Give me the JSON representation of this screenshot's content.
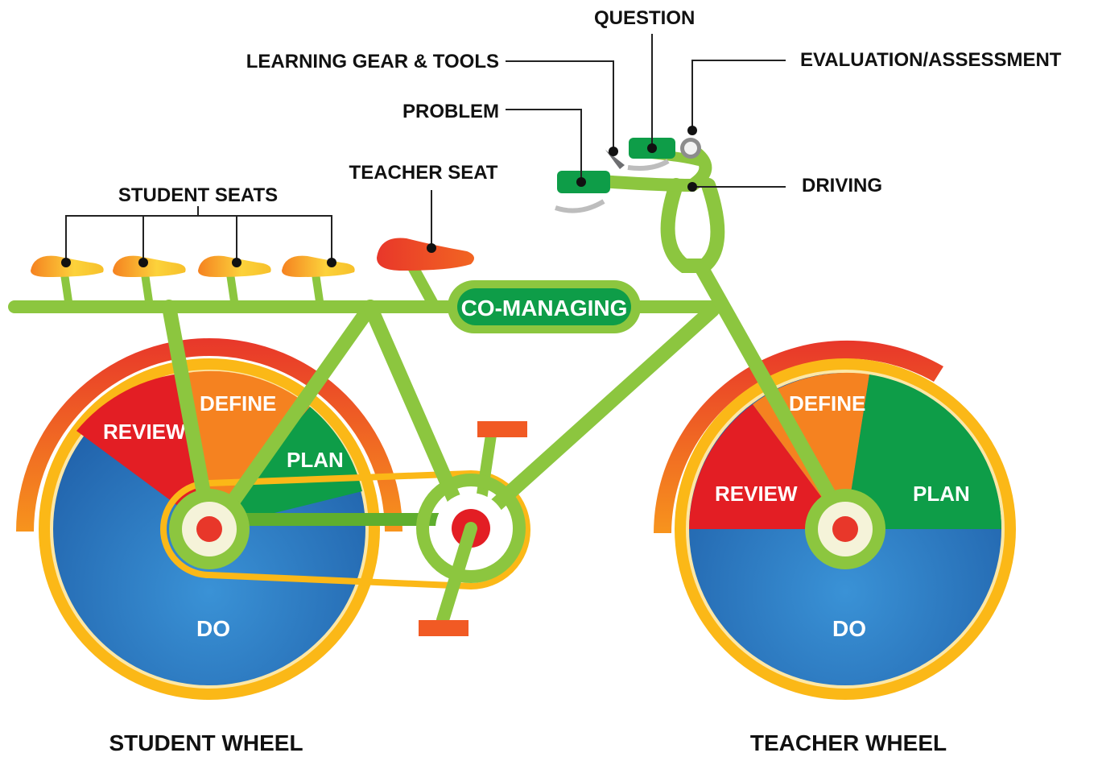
{
  "labels": {
    "question": "QUESTION",
    "learning_gear": "LEARNING GEAR & TOOLS",
    "evaluation": "EVALUATION/ASSESSMENT",
    "problem": "PROBLEM",
    "teacher_seat": "TEACHER SEAT",
    "driving": "DRIVING",
    "student_seats": "STUDENT SEATS",
    "co_managing": "CO-MANAGING"
  },
  "student_wheel": {
    "caption": "STUDENT WHEEL",
    "segments": {
      "review": "REVIEW",
      "define": "DEFINE",
      "plan": "PLAN",
      "do": "DO"
    }
  },
  "teacher_wheel": {
    "caption": "TEACHER WHEEL",
    "segments": {
      "review": "REVIEW",
      "define": "DEFINE",
      "plan": "PLAN",
      "do": "DO"
    }
  },
  "colors": {
    "frame": "#8cc63f",
    "frame_dark": "#6aa52a",
    "seat_yellow": "#f7c02a",
    "seat_orange": "#f26522",
    "review": "#e31e24",
    "define": "#f58220",
    "plan": "#0e9d48",
    "do": "#2a6db5",
    "rim": "#fbb817",
    "fender": "#f15a24",
    "handle_green": "#0e9d48"
  }
}
